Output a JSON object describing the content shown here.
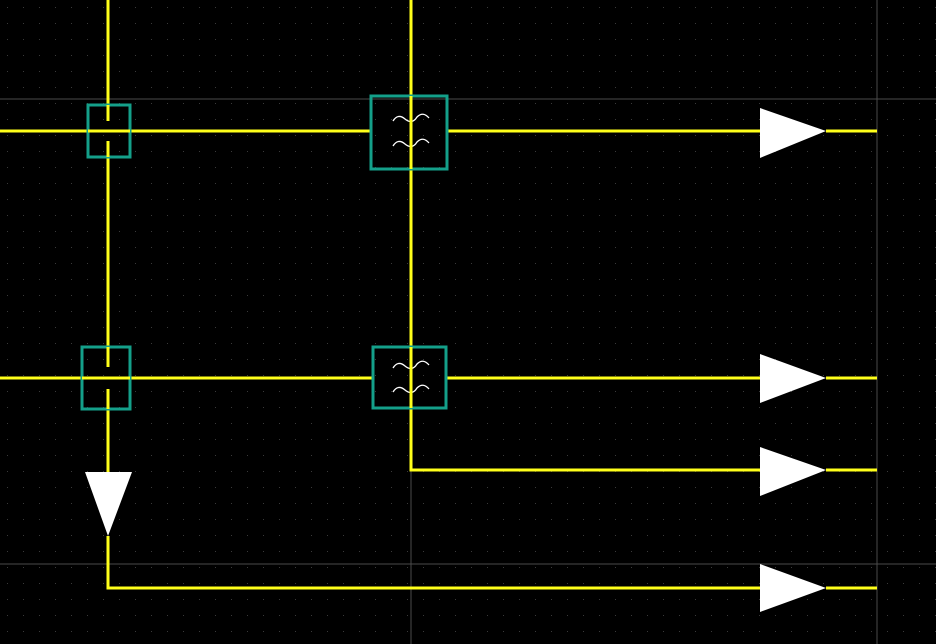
{
  "diagram": {
    "kind": "schematic-canvas",
    "colors": {
      "background": "#000000",
      "grid_dot": "#3a3a3a",
      "guide_line": "#4a4a4a",
      "wire": "#ffff1a",
      "box": "#14a08a",
      "arrow": "#ffffff",
      "glyph": "#ffffff"
    },
    "components": [
      {
        "id": "junction-a",
        "type": "crossover-box",
        "icon": "crossover-gap"
      },
      {
        "id": "junction-b",
        "type": "crossover-box",
        "icon": "crossover-gap"
      },
      {
        "id": "coupler-c",
        "type": "coupler-box",
        "icon": "sine-wave-pair"
      },
      {
        "id": "coupler-d",
        "type": "coupler-box",
        "icon": "sine-wave-pair"
      }
    ],
    "outputs": [
      {
        "id": "arrow-1",
        "direction": "right",
        "icon": "triangle-arrow-right"
      },
      {
        "id": "arrow-2",
        "direction": "right",
        "icon": "triangle-arrow-right"
      },
      {
        "id": "arrow-3",
        "direction": "right",
        "icon": "triangle-arrow-right"
      },
      {
        "id": "arrow-4",
        "direction": "right",
        "icon": "triangle-arrow-right"
      },
      {
        "id": "arrow-5",
        "direction": "down",
        "icon": "triangle-arrow-down"
      }
    ]
  }
}
